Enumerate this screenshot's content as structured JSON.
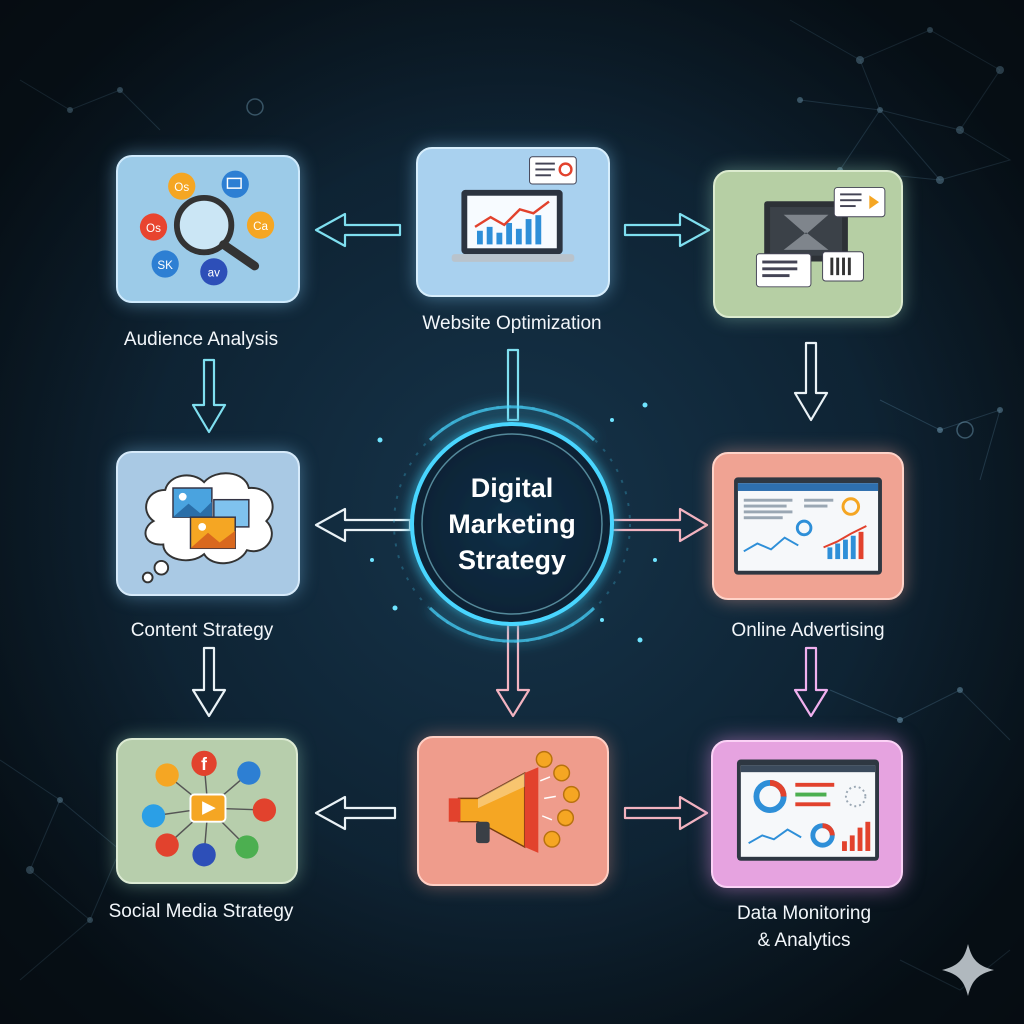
{
  "center": {
    "title_lines": [
      "Digital",
      "Marketing",
      "Strategy"
    ]
  },
  "nodes": [
    {
      "id": "audience-analysis",
      "label_lines": [
        "Audience Analysis"
      ],
      "color": "#9ccbe8",
      "icon_badges": [
        "Os",
        "Os",
        "Ca",
        "SK",
        "av"
      ]
    },
    {
      "id": "website-optimization",
      "label_lines": [
        "Website Optimization"
      ],
      "color": "#a9d1ef"
    },
    {
      "id": "advertising-content",
      "label_lines": [],
      "color": "#b6cfa4"
    },
    {
      "id": "content-strategy",
      "label_lines": [
        "Content Strategy"
      ],
      "color": "#a9c9e4"
    },
    {
      "id": "online-advertising",
      "label_lines": [
        "Online Advertising"
      ],
      "color": "#f0a393"
    },
    {
      "id": "social-media-strategy",
      "label_lines": [
        "Social Media Strategy"
      ],
      "color": "#b7ceac"
    },
    {
      "id": "promotion",
      "label_lines": [],
      "color": "#ef9c8c"
    },
    {
      "id": "data-monitoring-analytics",
      "label_lines": [
        "Data Monitoring",
        "& Analytics"
      ],
      "color": "#e6a3e0"
    }
  ],
  "colors": {
    "background": "#0c1a26",
    "arrow_cyan": "#7fdff0",
    "arrow_white": "#eaf2f6",
    "arrow_pink": "#f2b3c0",
    "arrow_magenta": "#f0b0ee",
    "hub_glow": "#49d6ff"
  },
  "icons": {
    "magnifier": "magnifier-icon",
    "laptop_chart": "laptop-chart-icon",
    "video_chat": "video-chat-icon",
    "thought_cloud": "thought-cloud-icon",
    "dashboard": "dashboard-icon",
    "social_network": "social-network-icon",
    "megaphone": "megaphone-icon",
    "analytics_monitor": "analytics-monitor-icon",
    "sparkle": "sparkle-icon"
  }
}
